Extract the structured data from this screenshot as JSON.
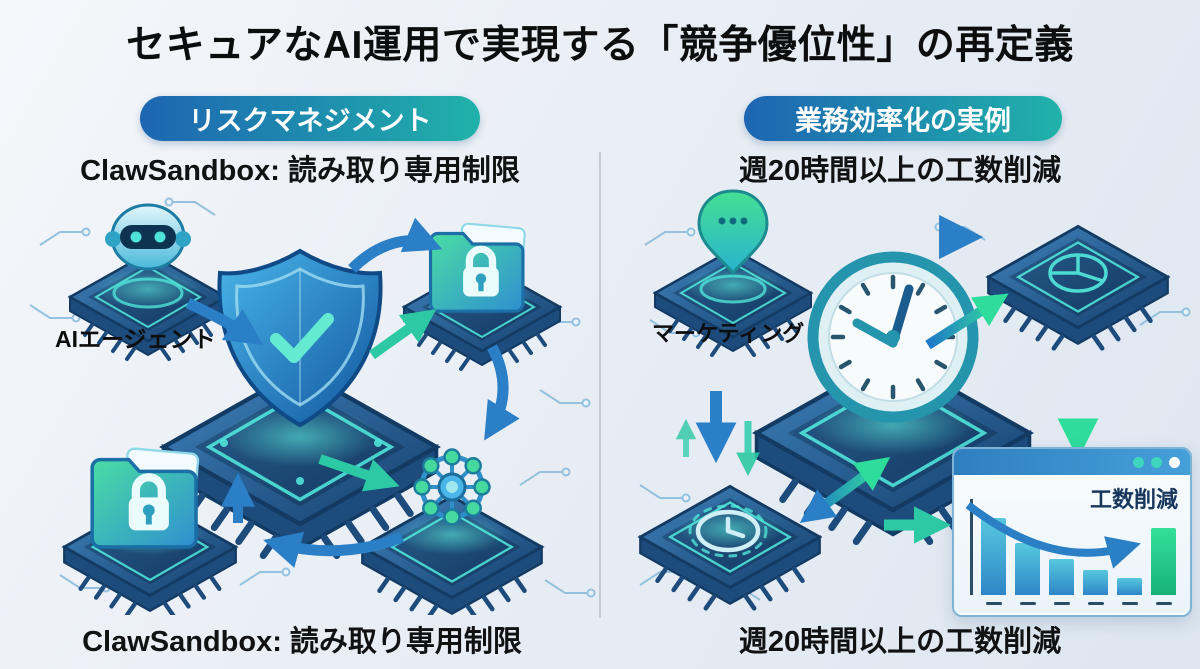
{
  "title": "セキュアなAI運用で実現する「競争優位性」の再定義",
  "left_panel": {
    "badge": "リスクマネジメント",
    "subtitle": "ClawSandbox: 読み取り専用制限",
    "agent_label": "AIエージェント",
    "caption": "ClawSandbox: 読み取り専用制限",
    "icons": [
      "ai-robot-chip-icon",
      "security-shield-icon",
      "locked-folder-chip-icon",
      "cpu-chip-icon",
      "locked-folder-chip-icon",
      "network-hub-chip-icon"
    ]
  },
  "right_panel": {
    "badge": "業務効率化の実例",
    "subtitle": "週20時間以上の工数削減",
    "marketing_label": "マーケティング",
    "caption": "週20時間以上の工数削減",
    "icons": [
      "location-pin-chip-icon",
      "clock-chip-icon",
      "pie-chart-chip-icon",
      "timer-chip-icon",
      "bar-chart-window-icon"
    ],
    "chart": {
      "label": "工数削減",
      "type": "bar",
      "bars": [
        {
          "value": 80,
          "highlight": false
        },
        {
          "value": 54,
          "highlight": false
        },
        {
          "value": 38,
          "highlight": false
        },
        {
          "value": 26,
          "highlight": false
        },
        {
          "value": 18,
          "highlight": false
        },
        {
          "value": 70,
          "highlight": true
        }
      ]
    }
  },
  "chart_data": {
    "type": "bar",
    "title": "工数削減",
    "values": [
      80,
      54,
      38,
      26,
      18,
      70
    ],
    "highlight_index": 5
  },
  "colors": {
    "badge_gradient_start": "#1d65b2",
    "badge_gradient_end": "#20b2aa",
    "arrow_blue": "#2a7fc6",
    "arrow_teal": "#2cc9a4",
    "arrow_green": "#2edd9b",
    "chip_dark": "#16406e",
    "chip_glow": "#4fe3d8",
    "bar_blue": "#2e86c8",
    "bar_green": "#23d98a",
    "chart_label_color": "#16365c",
    "background": "#edf1f6"
  }
}
